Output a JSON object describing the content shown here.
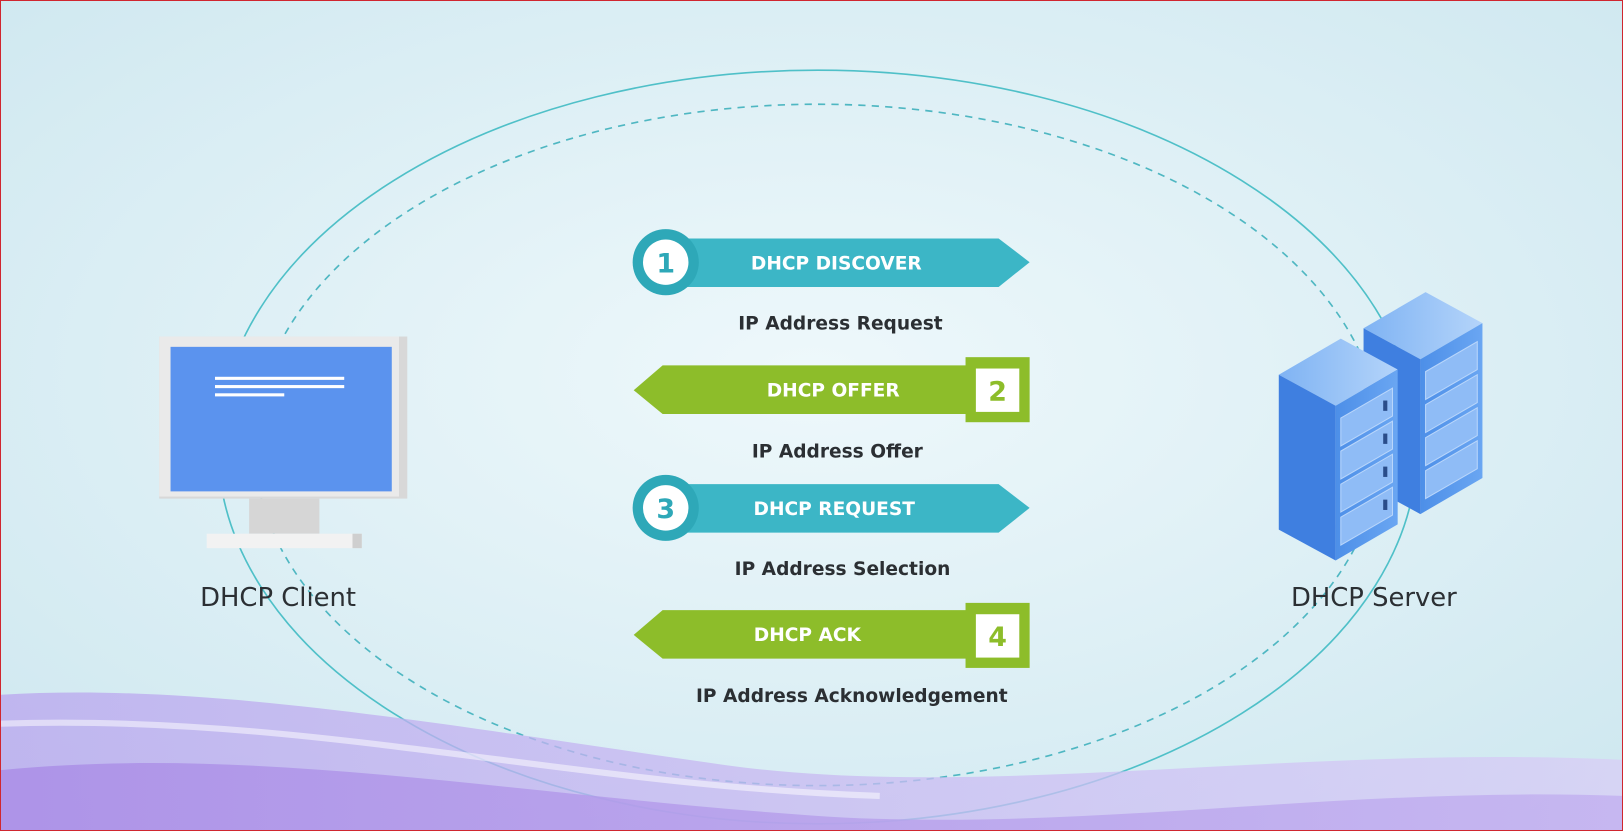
{
  "client": {
    "label": "DHCP Client"
  },
  "server": {
    "label": "DHCP Server"
  },
  "steps": [
    {
      "number": "1",
      "title": "DHCP DISCOVER",
      "caption": "IP Address Request",
      "direction": "to-server",
      "color": "#3cb6c6"
    },
    {
      "number": "2",
      "title": "DHCP OFFER",
      "caption": "IP Address Offer",
      "direction": "to-client",
      "color": "#8dbd2a"
    },
    {
      "number": "3",
      "title": "DHCP REQUEST",
      "caption": "IP Address Selection",
      "direction": "to-server",
      "color": "#3cb6c6"
    },
    {
      "number": "4",
      "title": "DHCP ACK",
      "caption": "IP Address Acknowledgement",
      "direction": "to-client",
      "color": "#8dbd2a"
    }
  ]
}
